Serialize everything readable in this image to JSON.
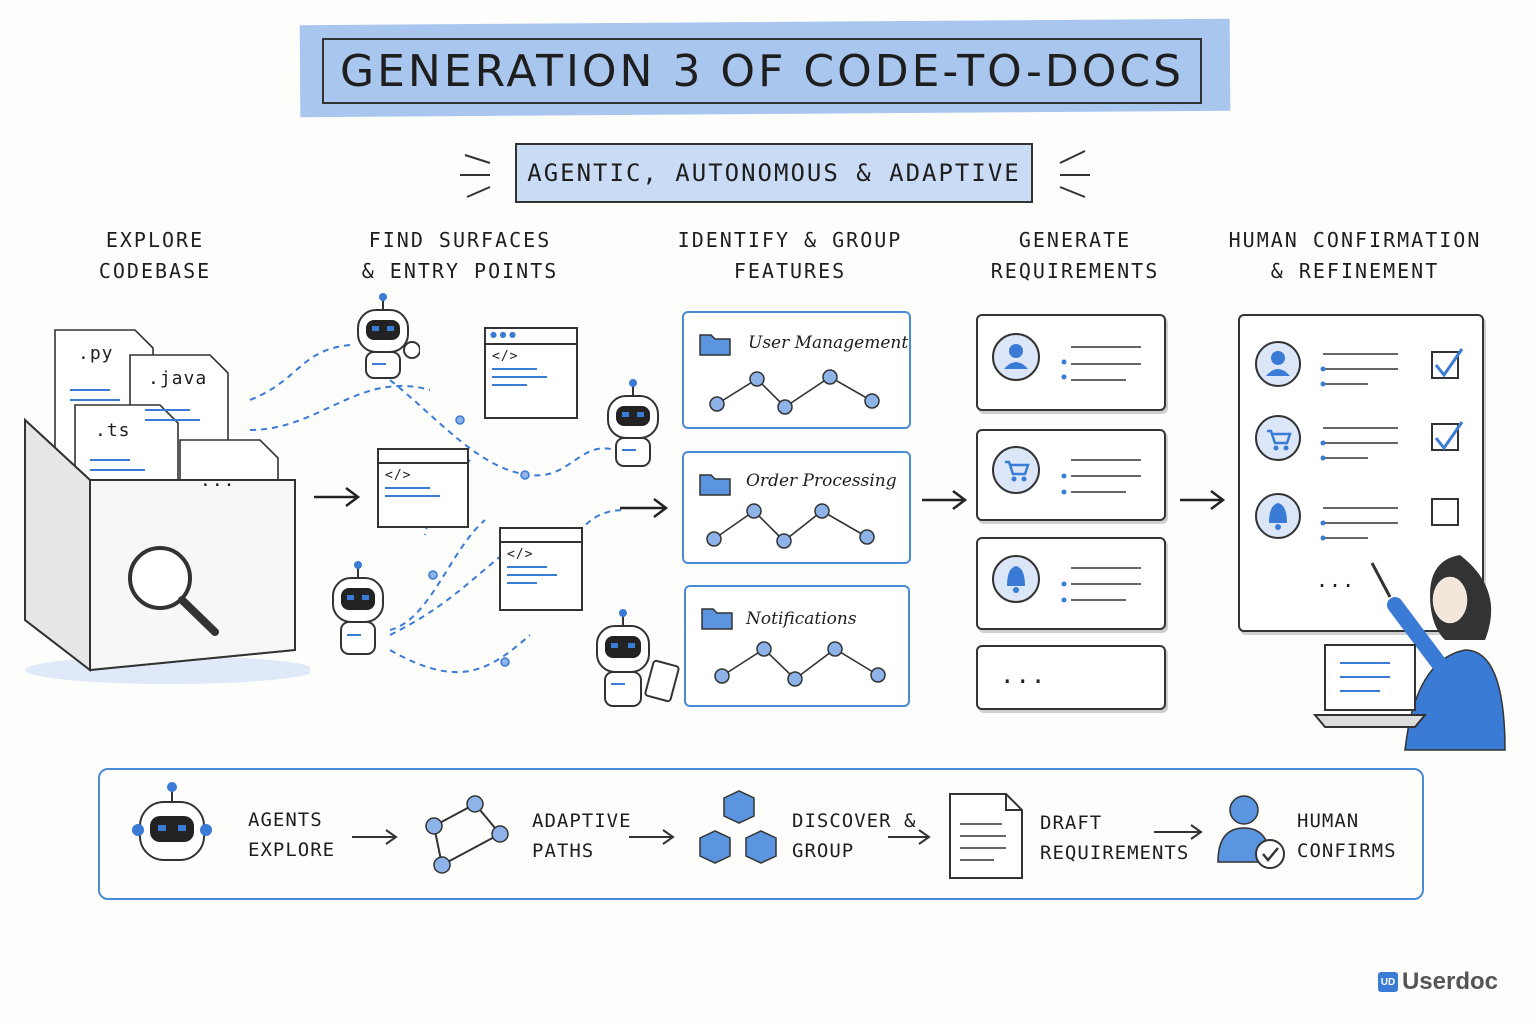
{
  "title": "GENERATION 3 OF CODE-TO-DOCS",
  "subtitle": "AGENTIC, AUTONOMOUS & ADAPTIVE",
  "stages": [
    {
      "line1": "EXPLORE",
      "line2": "CODEBASE"
    },
    {
      "line1": "FIND SURFACES",
      "line2": "& ENTRY POINTS"
    },
    {
      "line1": "IDENTIFY & GROUP",
      "line2": "FEATURES"
    },
    {
      "line1": "GENERATE",
      "line2": "REQUIREMENTS"
    },
    {
      "line1": "HUMAN CONFIRMATION",
      "line2": "& REFINEMENT"
    }
  ],
  "files": [
    ".py",
    ".java",
    ".ts",
    "..."
  ],
  "code_tag": "</>",
  "features": [
    "User Management",
    "Order Processing",
    "Notifications"
  ],
  "requirement_icons": [
    "person-icon",
    "cart-icon",
    "bell-icon"
  ],
  "requirements_more": "...",
  "review": {
    "checks": [
      true,
      true,
      false
    ],
    "more": "..."
  },
  "bottom_steps": [
    {
      "line1": "AGENTS",
      "line2": "EXPLORE",
      "icon": "robot-icon"
    },
    {
      "line1": "ADAPTIVE",
      "line2": "PATHS",
      "icon": "graph-icon"
    },
    {
      "line1": "DISCOVER &",
      "line2": "GROUP",
      "icon": "cubes-icon"
    },
    {
      "line1": "DRAFT",
      "line2": "REQUIREMENTS",
      "icon": "document-icon"
    },
    {
      "line1": "HUMAN",
      "line2": "CONFIRMS",
      "icon": "user-check-icon"
    }
  ],
  "brand": {
    "mark": "UD",
    "name": "Userdoc"
  },
  "colors": {
    "accent": "#3a7bd5",
    "highlight": "#a9c6ee"
  }
}
